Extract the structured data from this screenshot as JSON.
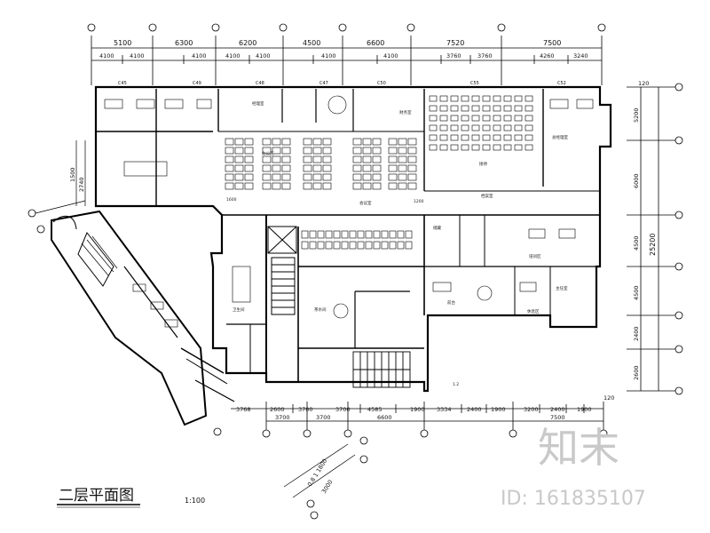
{
  "drawing": {
    "title": "二层平面图",
    "scale": "1:100",
    "top_dims_outer": [
      "5100",
      "6300",
      "6200",
      "4500",
      "6600",
      "7520",
      "7500"
    ],
    "top_dims_inner": [
      "4100",
      "4100",
      "4100",
      "4100",
      "4100",
      "4100",
      "4100",
      "3760",
      "3760",
      "4260",
      "3240"
    ],
    "right_dims_outer": [
      "25200"
    ],
    "right_dims_inner": [
      "5200",
      "6000",
      "4500",
      "4500",
      "2400",
      "2600"
    ],
    "right_top": "120",
    "bottom_dims_row1": [
      "3768",
      "2600",
      "3700",
      "3700",
      "4585",
      "1900",
      "3334",
      "2400",
      "1900",
      "3200",
      "2400",
      "1900"
    ],
    "bottom_dims_row2": [
      "3700",
      "3700",
      "6600",
      "7500"
    ],
    "bottom_right": "120",
    "window_tags": [
      "C45",
      "C49",
      "C48",
      "C47",
      "C50",
      "C55",
      "C52"
    ],
    "left_wing_dims": [
      "1500",
      "2740"
    ],
    "corner_dims": [
      "0.8 1 1800",
      "3000"
    ],
    "room_labels": {
      "r_a": "经理室",
      "r_b": "办公区",
      "r_c": "会议室",
      "r_d": "接待",
      "r_e": "财务室",
      "r_f": "档案室",
      "r_g": "总经理室",
      "r_h": "前台",
      "r_i": "茶水间",
      "r_j": "卫生间",
      "r_k": "休息区",
      "r_l": "主任室",
      "r_m": "培训区",
      "r_n": "储藏"
    },
    "misc_dims": {
      "corridor": "1200",
      "note_a": "1600",
      "stair_note": "1.2"
    }
  },
  "watermark": {
    "brand": "知末",
    "id_text": "ID: 161835107"
  }
}
